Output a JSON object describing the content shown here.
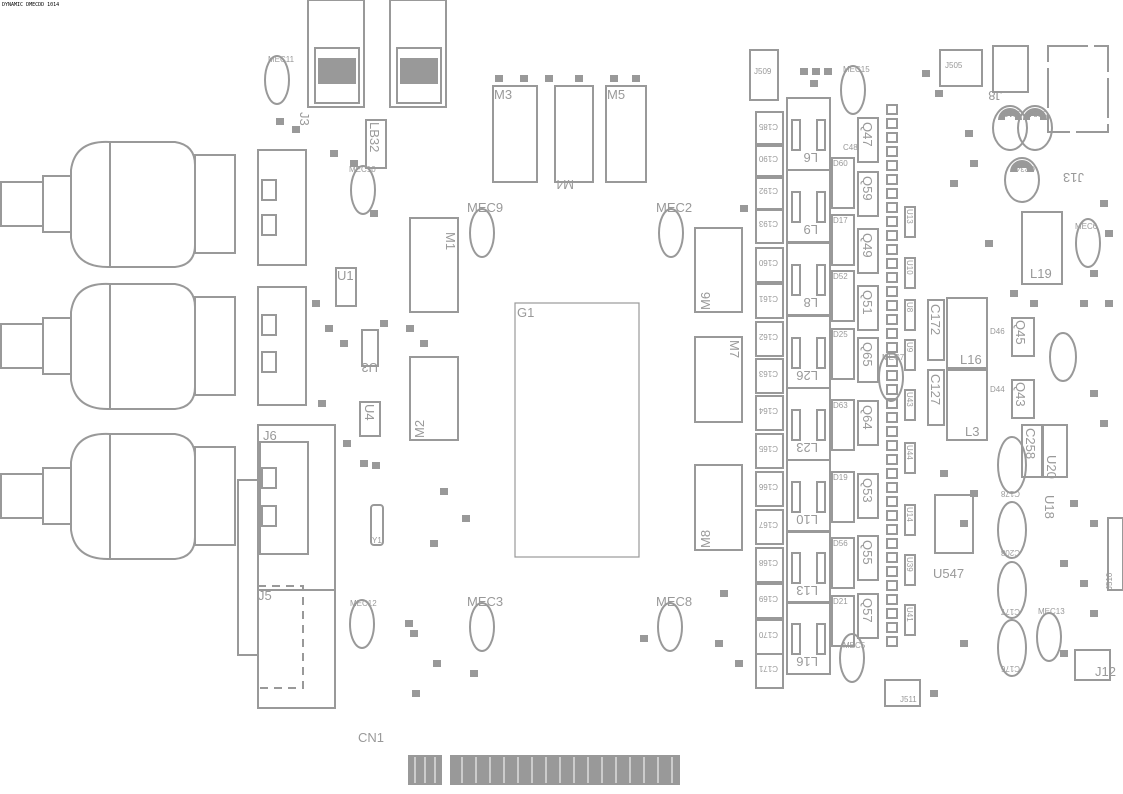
{
  "header_text": "DYNAMIC DMECDD 1014",
  "colors": {
    "silkscreen": "#999999",
    "label": "#000000",
    "background": "#ffffff"
  },
  "mounting_holes": [
    "MEC11",
    "MEC10",
    "MEC9",
    "MEC2",
    "MEC3",
    "MEC8",
    "MEC12",
    "MEC15",
    "MEC7",
    "MEC5",
    "MEC6",
    "MEC13"
  ],
  "modules": [
    "M1",
    "M2",
    "M3",
    "M4",
    "M5",
    "M6",
    "M7",
    "M8"
  ],
  "main_module": "G1",
  "connectors": {
    "j3": "J3",
    "j5": "J5",
    "j6": "J6",
    "j8": "J8",
    "j12": "J12",
    "j13": "J13",
    "j505": "J505",
    "j509": "J509",
    "j511": "J511",
    "j510": "J510",
    "cn1": "CN1"
  },
  "ics": {
    "u1": "U1",
    "u3": "U3",
    "u4": "U4",
    "u547": "U547",
    "u18": "U18",
    "u20": "U20",
    "lb32": "LB32",
    "y1": "Y1"
  },
  "cap_column": [
    "C185",
    "C190",
    "C192",
    "C193",
    "C160",
    "C161",
    "C162",
    "C163",
    "C164",
    "C165",
    "C166",
    "C167",
    "C168",
    "C169",
    "C170",
    "C171"
  ],
  "inductor_column": [
    "L6",
    "L9",
    "L8",
    "L26",
    "L23",
    "L10",
    "L13",
    "L16"
  ],
  "diode_column": [
    "D60",
    "D17",
    "D52",
    "D25",
    "D63",
    "D19",
    "D56",
    "D21"
  ],
  "transistor_column": [
    "Q47",
    "Q59",
    "Q49",
    "Q51",
    "Q65",
    "Q64",
    "Q53",
    "Q55",
    "Q57"
  ],
  "u_column": [
    "U13",
    "U10",
    "U8",
    "U9",
    "U43",
    "U44",
    "U14",
    "U39",
    "U41"
  ],
  "right_parts": {
    "l19": "L19",
    "l16": "L16",
    "l3": "L3",
    "c172": "C172",
    "c127": "C127",
    "c258": "C258",
    "q45": "Q45",
    "q43": "Q43",
    "d46": "D46",
    "d44": "D44",
    "c48": "C48"
  },
  "electrolytics": [
    "C210",
    "C224",
    "C234",
    "C178",
    "C208",
    "C177",
    "C176"
  ]
}
